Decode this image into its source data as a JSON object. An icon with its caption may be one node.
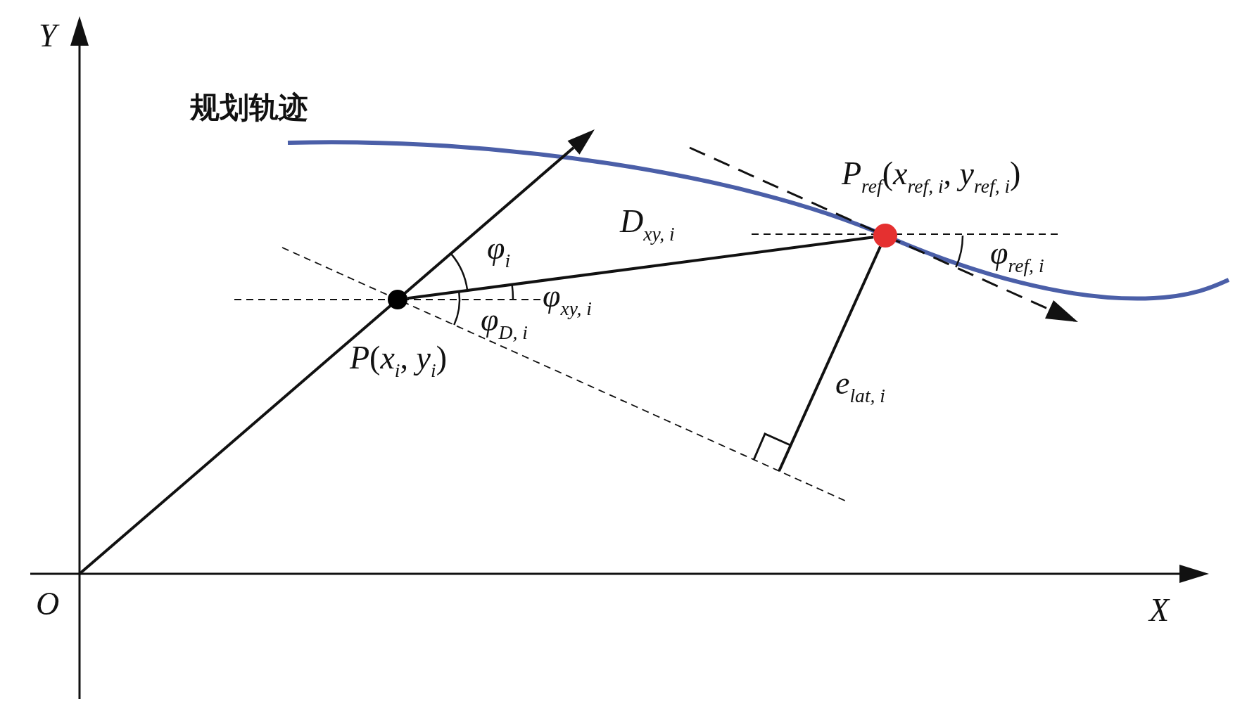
{
  "diagram": {
    "nodes": [
      {
        "text": [
          "*P*(*x*$_{i}$, *y*$_{i}$)"
        ]
      },
      {
        "text": [
          "*P*$_{ref}$(*x*$_{ref, i}$, *y*$_{ref, i}$)"
        ]
      }
    ],
    "edges": [
      {
        "from": 0,
        "to": 1,
        "arrow": "none",
        "label": "*D*$_{xy, i}$"
      },
      {
        "from": 1,
        "to": null,
        "arrow": "none",
        "label": "*e*$_{lat, i}$"
      }
    ],
    "labels": [
      "*Y*",
      "规划轨迹",
      "*φ*$_{i}$",
      "*φ*$_{ref, i}$",
      "*φ*$_{xy, i}$",
      "*φ*$_{D, i}$",
      "*O*",
      "*X*"
    ]
  }
}
